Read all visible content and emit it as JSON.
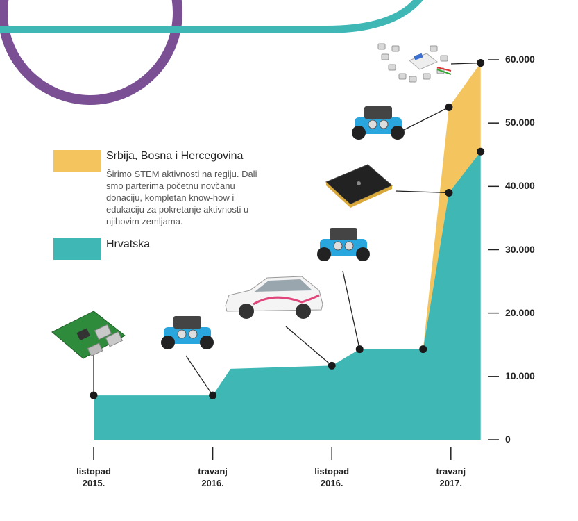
{
  "colors": {
    "teal": "#3fb8b5",
    "yellow": "#f4c45f",
    "purple": "#7a4f93",
    "ink": "#222222"
  },
  "legend": {
    "region": {
      "title": "Srbija, Bosna i Hercegovina",
      "desc": "Širimo STEM aktivnosti na regiju. Dali smo parterima početnu novčanu donaciju, kompletan know-how i edukaciju za pokretanje aktivnosti u njihovim zemljama."
    },
    "croatia": {
      "title": "Hrvatska"
    }
  },
  "chart_data": {
    "type": "area",
    "ylim": [
      0,
      60000
    ],
    "yticks": [
      {
        "value": 0,
        "label": "0"
      },
      {
        "value": 10000,
        "label": "10.000"
      },
      {
        "value": 20000,
        "label": "20.000"
      },
      {
        "value": 30000,
        "label": "30.000"
      },
      {
        "value": 40000,
        "label": "40.000"
      },
      {
        "value": 50000,
        "label": "50.000"
      },
      {
        "value": 60000,
        "label": "60.000"
      }
    ],
    "xticks": [
      {
        "label": "listopad 2015.",
        "line1": "listopad",
        "line2": "2015.",
        "t": 0
      },
      {
        "label": "travanj 2016.",
        "line1": "travanj",
        "line2": "2016.",
        "t": 6
      },
      {
        "label": "listopad 2016.",
        "line1": "listopad",
        "line2": "2016.",
        "t": 12
      },
      {
        "label": "travanj 2017.",
        "line1": "travanj",
        "line2": "2017.",
        "t": 18
      }
    ],
    "series": [
      {
        "name": "Hrvatska",
        "color": "#3fb8b5",
        "points": [
          {
            "t": 0,
            "y": 7000
          },
          {
            "t": 6,
            "y": 7000
          },
          {
            "t": 6.9,
            "y": 11200
          },
          {
            "t": 12,
            "y": 11700
          },
          {
            "t": 13.4,
            "y": 14300
          },
          {
            "t": 16.6,
            "y": 14300
          },
          {
            "t": 17.9,
            "y": 39000
          },
          {
            "t": 19.5,
            "y": 45500
          }
        ]
      },
      {
        "name": "Srbija, Bosna i Hercegovina",
        "color": "#f4c45f",
        "points": [
          {
            "t": 16.6,
            "y": 14300
          },
          {
            "t": 17.9,
            "y": 52500
          },
          {
            "t": 19.5,
            "y": 59500
          }
        ]
      }
    ],
    "markers": [
      {
        "t": 0,
        "y": 7000,
        "icon": "raspberry-pi-board-icon"
      },
      {
        "t": 6,
        "y": 7000,
        "icon": "mbot-robot-icon"
      },
      {
        "t": 12,
        "y": 11700,
        "icon": "stem-car-icon"
      },
      {
        "t": 13.4,
        "y": 14300,
        "icon": "mbot-robot-icon"
      },
      {
        "t": 16.6,
        "y": 14300,
        "icon": null
      },
      {
        "t": 17.9,
        "y": 39000,
        "icon": "microbit-board-icon"
      },
      {
        "t": 17.9,
        "y": 52500,
        "icon": "mbot-robot-icon"
      },
      {
        "t": 19.5,
        "y": 45500,
        "icon": null
      },
      {
        "t": 19.5,
        "y": 59500,
        "icon": "electronics-kit-icon"
      }
    ],
    "grid": false,
    "legend_position": "left"
  }
}
